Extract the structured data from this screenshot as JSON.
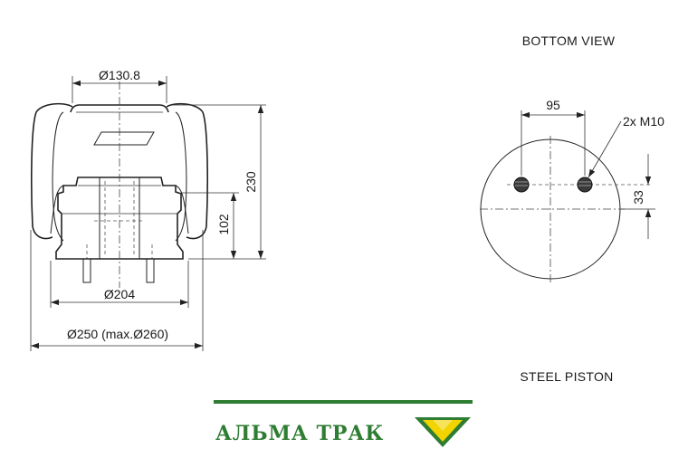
{
  "views": {
    "bottom_view_caption": "BOTTOM VIEW",
    "piston_caption": "STEEL PISTON"
  },
  "dimensions": {
    "top_plate_dia": "Ø130.8",
    "total_height": "230",
    "piston_height": "102",
    "piston_base_dia": "Ø204",
    "bellow_dia": "Ø250 (max.Ø260)",
    "bolt_spacing": "95",
    "bolt_spec": "2x M10",
    "bolt_offset": "33"
  },
  "brand": {
    "name": "АЛЬМА ТРАК",
    "color": "#2e7d32",
    "logo_icon": "chevron-down-logo-icon"
  }
}
